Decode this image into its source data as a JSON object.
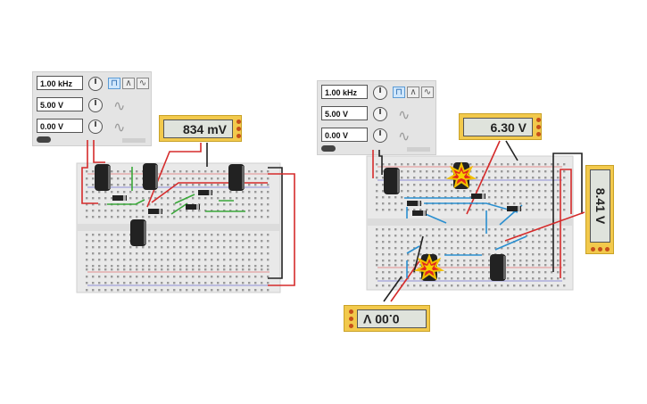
{
  "circuit_left": {
    "generator": {
      "frequency": "1.00 kHz",
      "amplitude": "5.00 V",
      "offset": "0.00 V",
      "waveforms": [
        "square",
        "triangle",
        "sine"
      ],
      "active_waveform": "square"
    },
    "multimeter": {
      "reading": "834 mV"
    }
  },
  "circuit_right": {
    "generator": {
      "frequency": "1.00 kHz",
      "amplitude": "5.00 V",
      "offset": "0.00 V",
      "waveforms": [
        "square",
        "triangle",
        "sine"
      ],
      "active_waveform": "square"
    },
    "multimeter_top": {
      "reading": "6.30 V"
    },
    "multimeter_side": {
      "reading": "8.41 V"
    },
    "multimeter_bottom": {
      "reading": "0.00 V"
    }
  },
  "icons": [
    "square-wave-icon",
    "triangle-wave-icon",
    "sine-wave-icon",
    "explosion-icon",
    "capacitor-icon",
    "diode-icon"
  ],
  "colors": {
    "wire_red": "#d52b2b",
    "wire_green": "#3aa83a",
    "wire_blue": "#2a8fd0",
    "wire_black": "#222222",
    "meter_yellow": "#f2c94c"
  }
}
